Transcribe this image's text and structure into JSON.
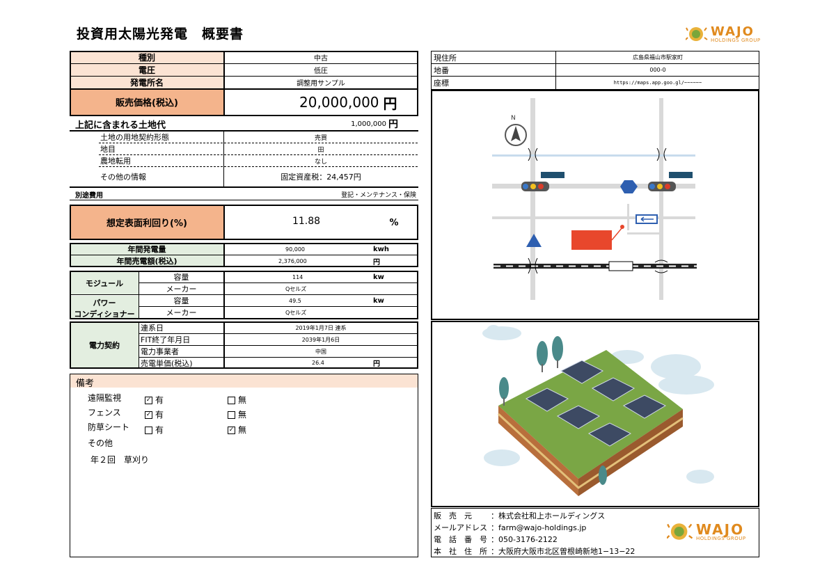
{
  "title": "投資用太陽光発電　概要書",
  "logo": {
    "name": "WAJO",
    "sub": "HOLDINGS GROUP"
  },
  "basic": {
    "type_label": "種別",
    "type_value": "中古",
    "voltage_label": "電圧",
    "voltage_value": "低圧",
    "plant_label": "発電所名",
    "plant_value": "調整用サンプル",
    "price_label": "販売価格(税込)",
    "price_value": "20,000,000",
    "price_unit": "円"
  },
  "land": {
    "label": "上記に含まれる土地代",
    "value": "1,000,000",
    "unit": "円",
    "contract_label": "土地の用地契約形態",
    "contract_value": "売買",
    "category_label": "地目",
    "category_value": "田",
    "conversion_label": "農地転用",
    "conversion_value": "なし",
    "other_label": "その他の情報",
    "other_value": "固定資産税：24,457円"
  },
  "extra_cost": {
    "label": "別途費用",
    "value": "登記・メンテナンス・保険"
  },
  "yield": {
    "label": "想定表面利回り(%)",
    "value": "11.88",
    "unit": "%"
  },
  "annual": {
    "gen_label": "年間発電量",
    "gen_value": "90,000",
    "gen_unit": "kwh",
    "sales_label": "年間売電額(税込)",
    "sales_value": "2,376,000",
    "sales_unit": "円"
  },
  "module": {
    "label": "モジュール",
    "cap_label": "容量",
    "cap_value": "114",
    "cap_unit": "kw",
    "maker_label": "メーカー",
    "maker_value": "Qセルズ"
  },
  "pcs": {
    "label1": "パワー",
    "label2": "コンディショナー",
    "cap_label": "容量",
    "cap_value": "49.5",
    "cap_unit": "kw",
    "maker_label": "メーカー",
    "maker_value": "Qセルズ"
  },
  "power": {
    "label": "電力契約",
    "date_label": "連系日",
    "date_value": "2019年1月7日 連系",
    "fit_label": "FIT終了年月日",
    "fit_value": "2039年1月6日",
    "company_label": "電力事業者",
    "company_value": "中国",
    "price_label": "売電単価(税込)",
    "price_value": "26.4",
    "price_unit": "円"
  },
  "notes": {
    "title": "備考",
    "remote_label": "遠隔監視",
    "fence_label": "フェンス",
    "weed_label": "防草シート",
    "other_label": "その他",
    "yes": "有",
    "no": "無",
    "check_mark": "☑",
    "empty_mark": "",
    "remote_yes": true,
    "fence_yes": true,
    "weed_yes": false,
    "other_text": "年２回　草刈り"
  },
  "location": {
    "addr_label": "現住所",
    "addr_value": "広島県福山市駅家町",
    "lot_label": "地番",
    "lot_value": "000-0",
    "coord_label": "座標",
    "coord_value": "https://maps.app.goo.gl/~~~~~~"
  },
  "map": {
    "north": "N"
  },
  "seller": {
    "seller_label": "販　売　元",
    "seller_value": "：株式会社和上ホールディングス",
    "mail_label": "メールアドレス",
    "mail_value": "：farm@wajo-holdings.jp",
    "tel_label": "電　話　番　号",
    "tel_value": "：050-3176-2122",
    "hq_label": "本　社　住　所",
    "hq_value": "：大阪府大阪市北区曽根崎新地1−13−22"
  },
  "colors": {
    "peach": "#fbe3d3",
    "green": "#e3eee0",
    "orange": "#f4b48c",
    "logo": "#e08a1e"
  }
}
